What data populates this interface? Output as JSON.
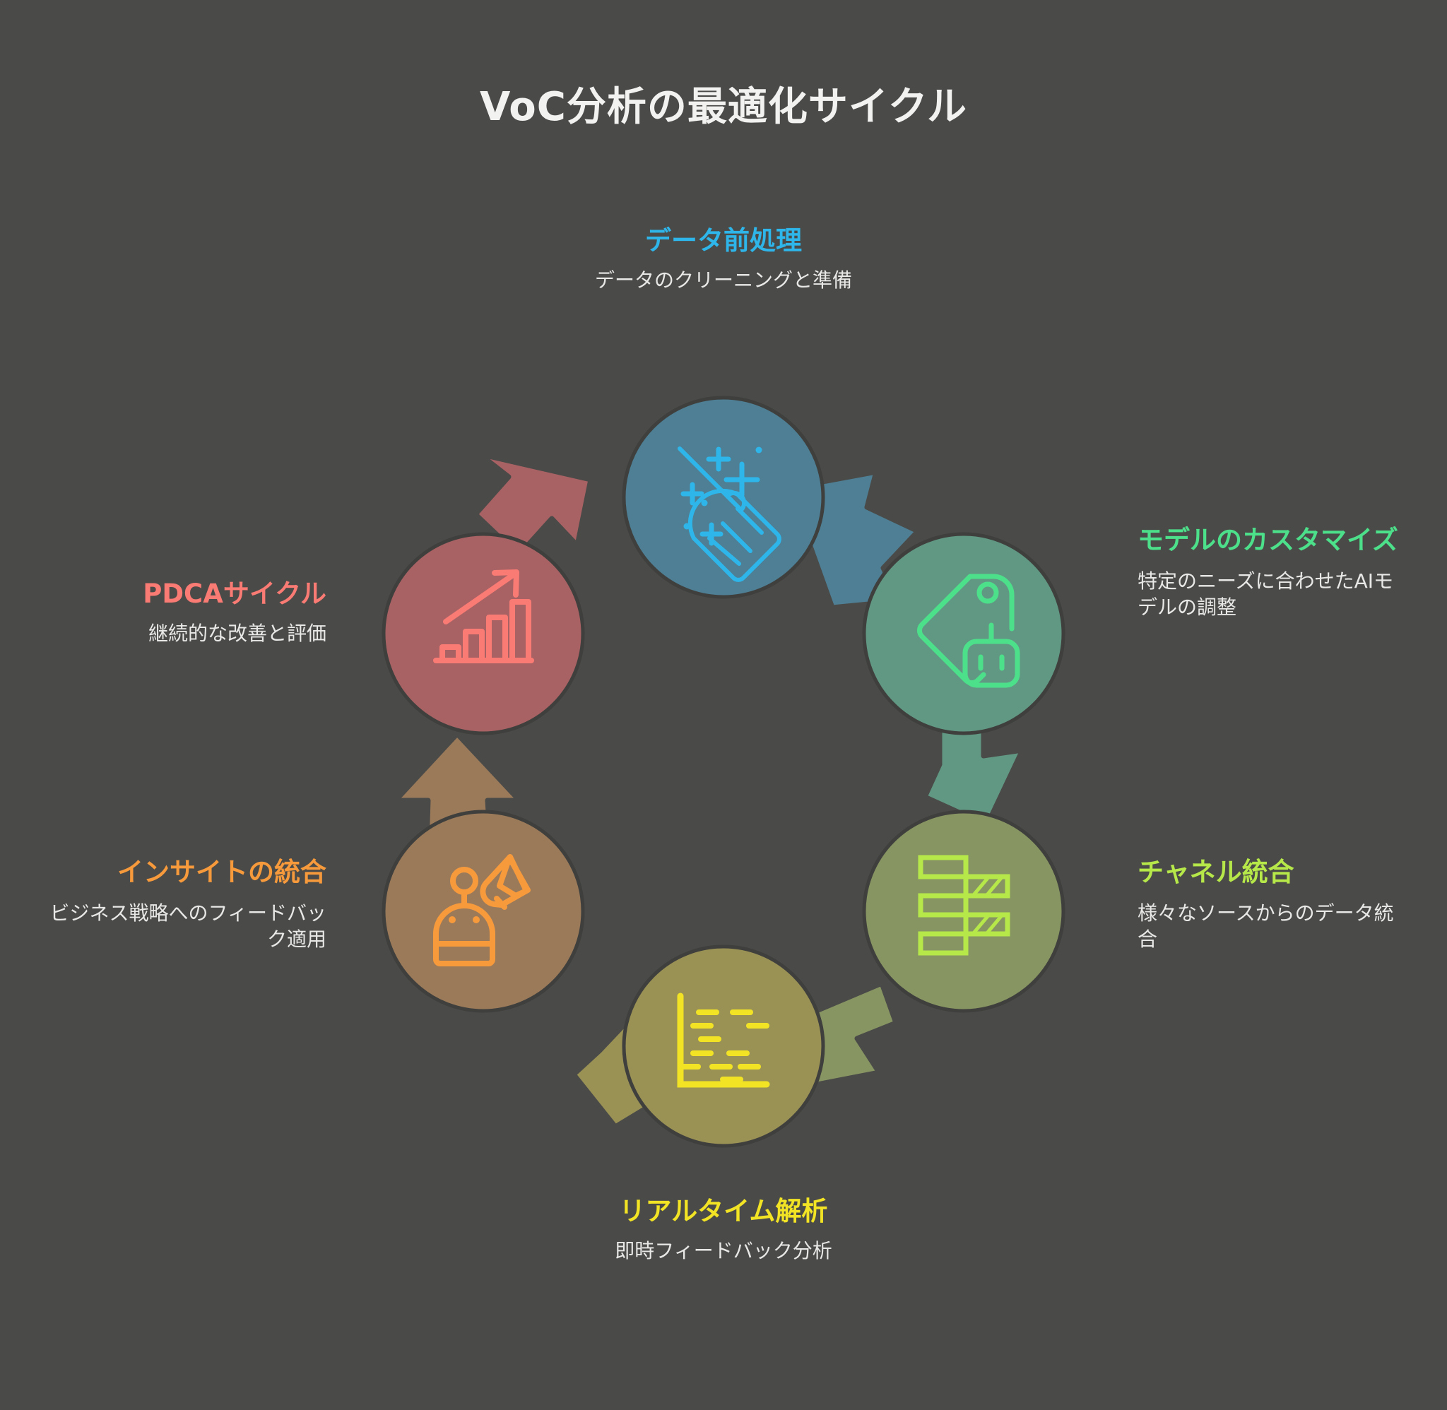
{
  "title": "VoC分析の最適化サイクル",
  "background_color": "#4a4a48",
  "title_color": "#f2f2f0",
  "cycle": {
    "direction": "clockwise",
    "nodes": [
      {
        "id": "data-preprocessing",
        "title": "データ前処理",
        "description": "データのクリーニングと準備",
        "accent_color": "#2eb6ea",
        "circle_color": "#4e7f94",
        "arrow_color": "#4e7f94",
        "icon": "broom-sparkle-icon",
        "position": "top"
      },
      {
        "id": "model-customization",
        "title": "モデルのカスタマイズ",
        "description": "特定のニーズに合わせたAIモデルの調整",
        "accent_color": "#4de08b",
        "circle_color": "#619883",
        "arrow_color": "#619883",
        "icon": "tag-robot-icon",
        "position": "top-right"
      },
      {
        "id": "channel-integration",
        "title": "チャネル統合",
        "description": "様々なソースからのデータ統合",
        "accent_color": "#b6e84a",
        "circle_color": "#879562",
        "arrow_color": "#879562",
        "icon": "stacked-bars-icon",
        "position": "bottom-right"
      },
      {
        "id": "realtime-analysis",
        "title": "リアルタイム解析",
        "description": "即時フィードバック分析",
        "accent_color": "#f2e425",
        "circle_color": "#9a9155",
        "arrow_color": "#9a9155",
        "icon": "dash-scatter-chart-icon",
        "position": "bottom"
      },
      {
        "id": "insight-integration",
        "title": "インサイトの統合",
        "description": "ビジネス戦略へのフィードバック適用",
        "accent_color": "#f79a3c",
        "circle_color": "#9b7a5a",
        "arrow_color": "#9b7a5a",
        "icon": "robot-megaphone-icon",
        "position": "bottom-left"
      },
      {
        "id": "pdca-cycle",
        "title": "PDCAサイクル",
        "description": "継続的な改善と評価",
        "accent_color": "#fa7a74",
        "circle_color": "#a86264",
        "arrow_color": "#a86264",
        "icon": "growth-bar-arrow-icon",
        "position": "top-left"
      }
    ]
  }
}
